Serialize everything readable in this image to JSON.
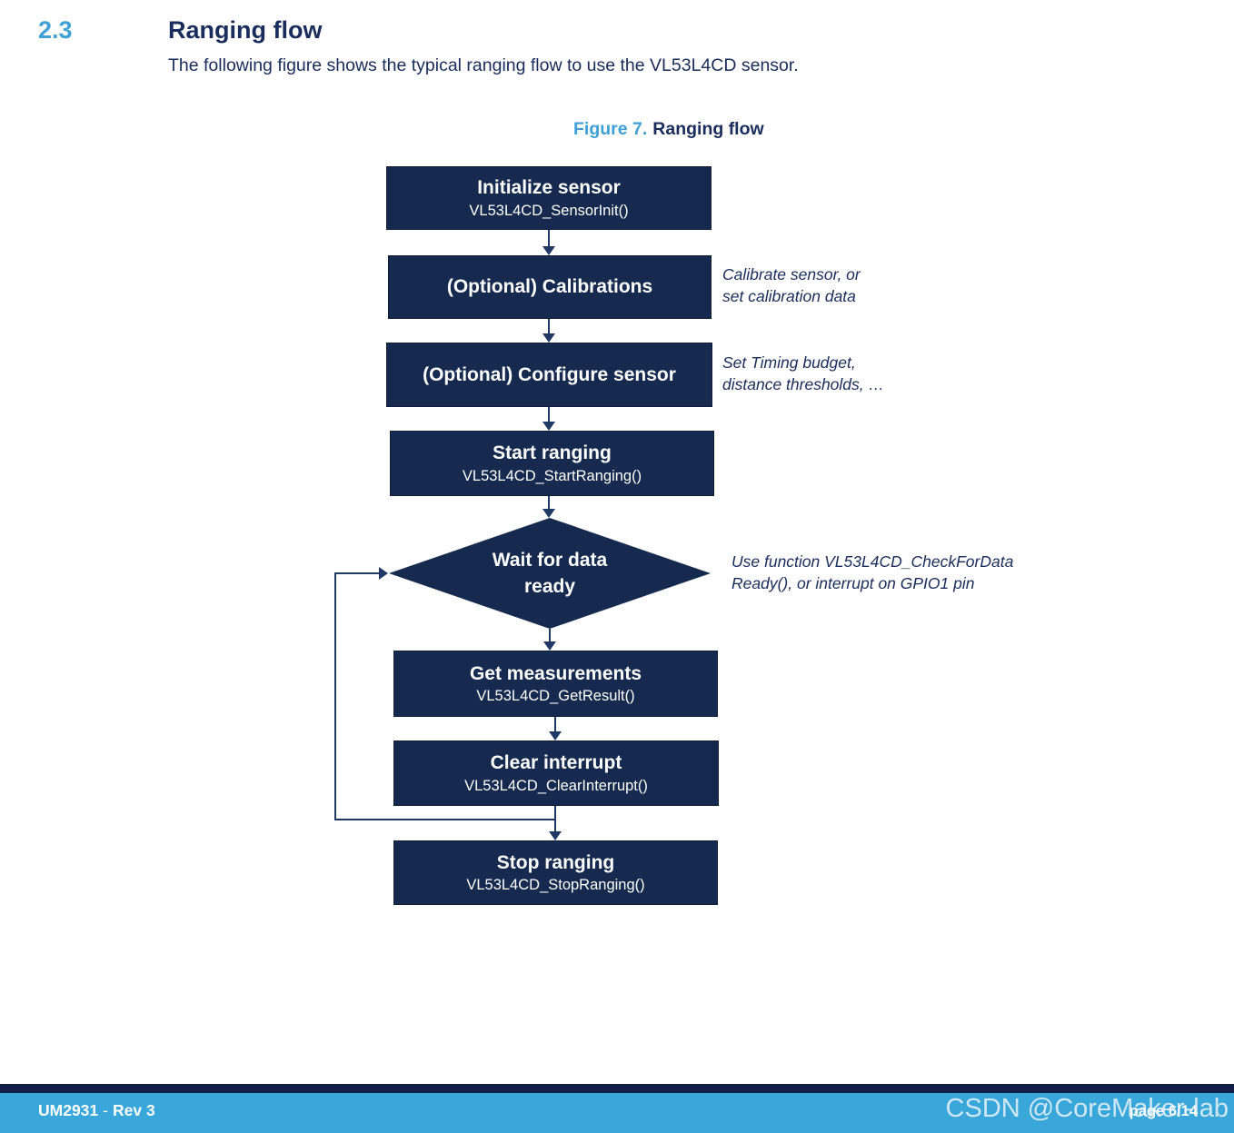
{
  "doc": {
    "section_number": "2.3",
    "section_title": "Ranging flow",
    "intro": "The following figure shows the typical ranging flow to use the VL53L4CD sensor."
  },
  "figure": {
    "label": "Figure 7.",
    "title": "Ranging flow"
  },
  "flow": {
    "nodes": [
      {
        "type": "process",
        "title": "Initialize sensor",
        "subtitle": "VL53L4CD_SensorInit()"
      },
      {
        "type": "process",
        "title": "(Optional) Calibrations",
        "note": "Calibrate sensor, or\nset calibration data"
      },
      {
        "type": "process",
        "title": "(Optional) Configure sensor",
        "note": "Set Timing budget,\ndistance thresholds, …"
      },
      {
        "type": "process",
        "title": "Start ranging",
        "subtitle": "VL53L4CD_StartRanging()"
      },
      {
        "type": "decision",
        "title": "Wait for data\nready",
        "note": "Use function VL53L4CD_CheckForData\nReady(), or interrupt on GPIO1 pin"
      },
      {
        "type": "process",
        "title": "Get measurements",
        "subtitle": "VL53L4CD_GetResult()"
      },
      {
        "type": "process",
        "title": "Clear interrupt",
        "subtitle": "VL53L4CD_ClearInterrupt()"
      },
      {
        "type": "process",
        "title": "Stop ranging",
        "subtitle": "VL53L4CD_StopRanging()"
      }
    ]
  },
  "footer": {
    "doc_id": "UM2931",
    "separator": "-",
    "revision": "Rev 3",
    "page_number": "page 6/14",
    "watermark": "CSDN @CoreMaker-lab"
  },
  "colors": {
    "accent_blue": "#3FA0D6",
    "navy_text": "#1A2C5B",
    "node_fill": "#152A4E",
    "connector": "#1F3864",
    "footer_bar_navy": "#111F47",
    "footer_bar_blue": "#3AA7DA"
  }
}
